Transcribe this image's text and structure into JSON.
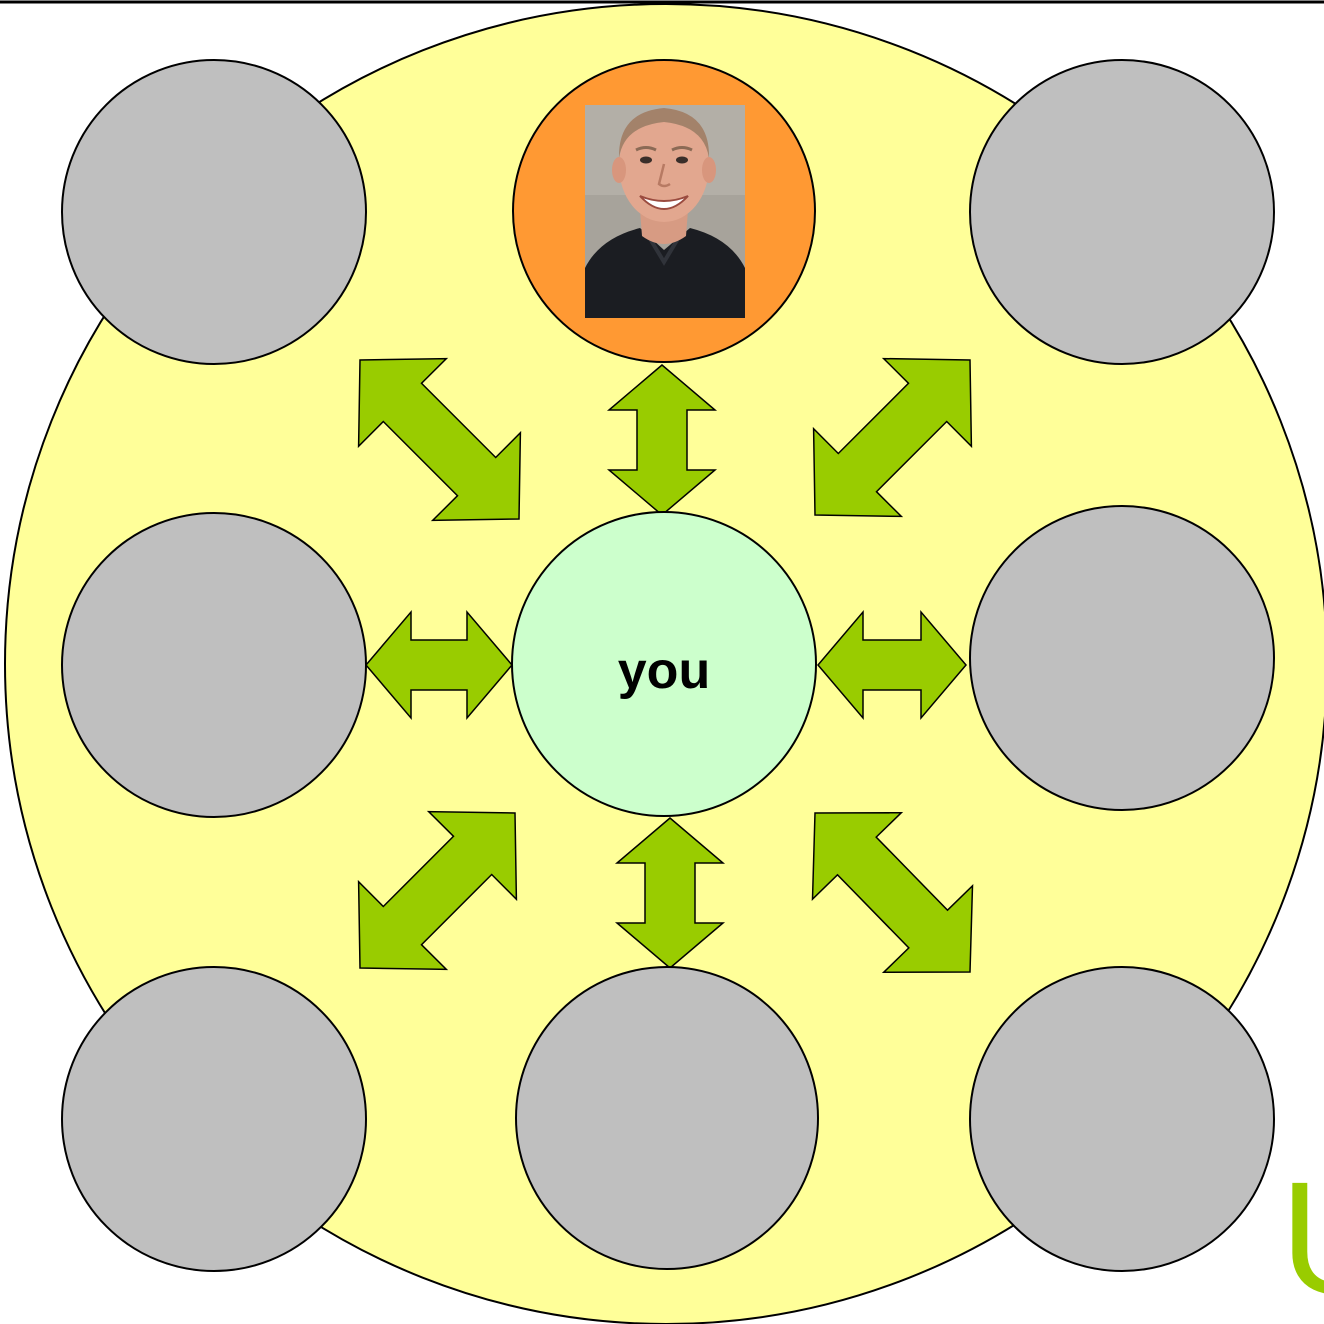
{
  "center": {
    "label": "you"
  },
  "brand_fragment": {
    "text": "U"
  },
  "nodes": [
    {
      "id": "top-left",
      "kind": "empty"
    },
    {
      "id": "top-center",
      "kind": "photo"
    },
    {
      "id": "top-right",
      "kind": "empty"
    },
    {
      "id": "middle-left",
      "kind": "empty"
    },
    {
      "id": "middle-right",
      "kind": "empty"
    },
    {
      "id": "bottom-left",
      "kind": "empty"
    },
    {
      "id": "bottom-center",
      "kind": "empty"
    },
    {
      "id": "bottom-right",
      "kind": "empty"
    }
  ],
  "colors": {
    "group_fill": "#ffff99",
    "node_fill": "#bfbfbf",
    "highlight_node_fill": "#ff9933",
    "center_fill": "#ccffcc",
    "arrow_fill": "#99cc00",
    "brand_fragment": "#99cc00",
    "outline": "#000000"
  },
  "icons": {
    "arrows": "double-headed-arrow",
    "photo": "person-portrait"
  }
}
